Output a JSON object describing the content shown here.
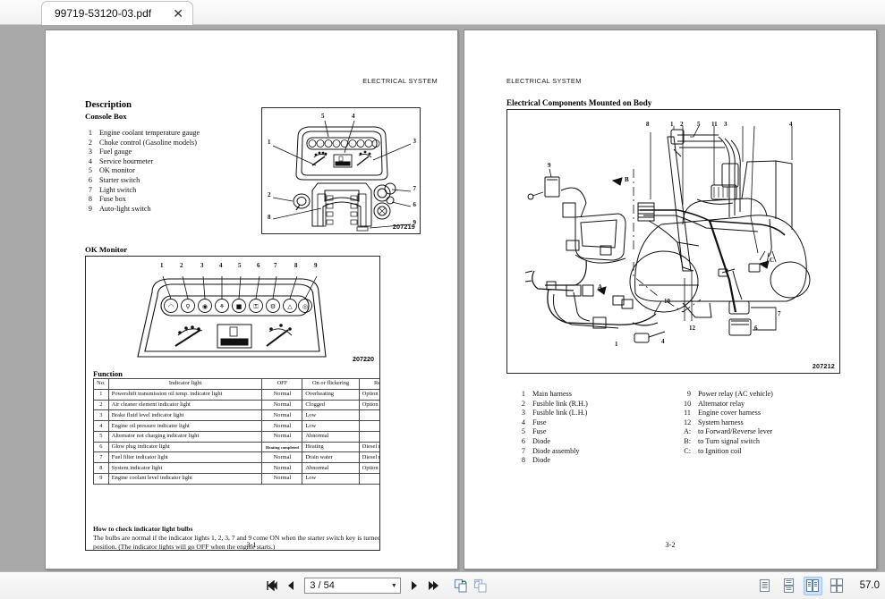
{
  "window": {
    "tab": {
      "title": "99719-53120-03.pdf",
      "close_icon": "close-icon"
    }
  },
  "toolbar": {
    "first_page_label": "First page",
    "prev_page_label": "Previous page",
    "next_page_label": "Next page",
    "last_page_label": "Last page",
    "page_value": "3 / 54",
    "current_page": "3",
    "total_pages": "54",
    "dropdown_icon": "chevron-down-icon",
    "rotate_left_label": "Rotate counterclockwise",
    "rotate_right_label": "Rotate clockwise",
    "view_modes": [
      {
        "name": "single-page",
        "label": "Single page",
        "active": false
      },
      {
        "name": "continuous",
        "label": "Continuous",
        "active": false
      },
      {
        "name": "two-up",
        "label": "Two pages",
        "active": true
      },
      {
        "name": "two-up-continuous",
        "label": "Two pages continuous",
        "active": false
      }
    ],
    "zoom_level": "57.0"
  },
  "left_page": {
    "header": "ELECTRICAL SYSTEM",
    "page_number": "3-1",
    "description_title": "Description",
    "console_box_title": "Console Box",
    "console_items": [
      {
        "n": "1",
        "text": "Engine coolant temperature gauge"
      },
      {
        "n": "2",
        "text": "Choke control (Gasoline models)"
      },
      {
        "n": "3",
        "text": "Fuel gauge"
      },
      {
        "n": "4",
        "text": "Service hourmeter"
      },
      {
        "n": "5",
        "text": "OK monitor"
      },
      {
        "n": "6",
        "text": "Starter switch"
      },
      {
        "n": "7",
        "text": "Light switch"
      },
      {
        "n": "8",
        "text": "Fuse box"
      },
      {
        "n": "9",
        "text": "Auto-light switch"
      }
    ],
    "console_figure_id": "207219",
    "ok_monitor_title": "OK Monitor",
    "ok_monitor_figure_id": "207220",
    "ok_monitor_callouts": [
      "1",
      "2",
      "3",
      "4",
      "5",
      "6",
      "7",
      "8",
      "9"
    ],
    "function_title": "Function",
    "table": {
      "headers": [
        "No.",
        "Indicator light",
        "OFF",
        "On or flickering",
        "Remarks"
      ],
      "rows": [
        {
          "no": "1",
          "light": "Powershift transmission oil temp. indicator light",
          "off": "Normal",
          "on": "Overheating",
          "remarks": "Option"
        },
        {
          "no": "2",
          "light": "Air cleaner element indicator light",
          "off": "Normal",
          "on": "Clogged",
          "remarks": "Option"
        },
        {
          "no": "3",
          "light": "Brake fluid level indicator light",
          "off": "Normal",
          "on": "Low",
          "remarks": ""
        },
        {
          "no": "4",
          "light": "Engine oil pressure indicator light",
          "off": "Normal",
          "on": "Low",
          "remarks": ""
        },
        {
          "no": "5",
          "light": "Alternator not charging indicator light",
          "off": "Normal",
          "on": "Abnormal",
          "remarks": ""
        },
        {
          "no": "6",
          "light": "Glow plug indicator light",
          "off": "Heating completed",
          "on": "Heating",
          "remarks": "Diesel models"
        },
        {
          "no": "7",
          "light": "Fuel filter indicator light",
          "off": "Normal",
          "on": "Drain water",
          "remarks": "Diesel models"
        },
        {
          "no": "8",
          "light": "System indicator light",
          "off": "Normal",
          "on": "Abnormal",
          "remarks": "Option"
        },
        {
          "no": "9",
          "light": "Engine coolant level indicator light",
          "off": "Normal",
          "on": "Low",
          "remarks": ""
        }
      ]
    },
    "howto_title": "How to check indicator light bulbs",
    "howto_body": "The bulbs are normal if the indicator lights 1, 2, 3, 7 and 9 come ON when the starter switch key is turned to I (ON) position.  (The indicator lights will go OFF when the engine starts.)"
  },
  "right_page": {
    "header": "ELECTRICAL SYSTEM",
    "page_number": "3-2",
    "section_title": "Electrical Components Mounted on Body",
    "figure_id": "207212",
    "figure_callouts": [
      "8",
      "1",
      "2",
      "5",
      "11",
      "3",
      "4",
      "9",
      "A",
      "B",
      "C",
      "6",
      "7",
      "10",
      "12"
    ],
    "legend_col1": [
      {
        "n": "1",
        "text": "Main harness"
      },
      {
        "n": "2",
        "text": "Fusible link (R.H.)"
      },
      {
        "n": "3",
        "text": "Fusible link (L.H.)"
      },
      {
        "n": "4",
        "text": "Fuse"
      },
      {
        "n": "5",
        "text": "Fuse"
      },
      {
        "n": "6",
        "text": "Diode"
      },
      {
        "n": "7",
        "text": "Diode assembly"
      },
      {
        "n": "8",
        "text": "Diode"
      }
    ],
    "legend_col2": [
      {
        "n": "9",
        "text": "Power relay (AC vehicle)"
      },
      {
        "n": "10",
        "text": "Alternator relay"
      },
      {
        "n": "11",
        "text": "Engine cover harness"
      },
      {
        "n": "12",
        "text": "System harness"
      },
      {
        "n": "A:",
        "text": "to Forward/Reverse lever"
      },
      {
        "n": "B:",
        "text": "to Turn signal switch"
      },
      {
        "n": "C:",
        "text": "to Ignition coil"
      }
    ]
  },
  "colors": {
    "viewer_background": "#a9a9a9",
    "page_background": "#ffffff",
    "accent_selected": "#cfe3f7"
  }
}
